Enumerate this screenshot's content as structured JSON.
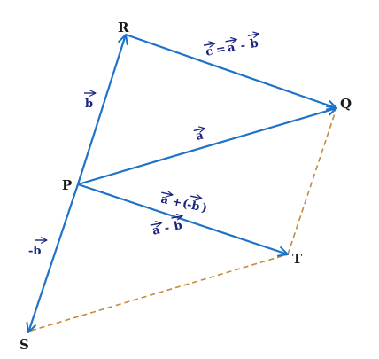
{
  "points": {
    "P": "P",
    "Q": "Q",
    "R": "R",
    "S": "S",
    "T": "T"
  },
  "vectors": {
    "c_expr": {
      "lhs": "c",
      "eq": "=",
      "a": "a",
      "minus": "-",
      "b": "b"
    },
    "b": "b",
    "a": "a",
    "neg_b": "-b",
    "a_plus_neg_b": {
      "a": "a",
      "plus": "+",
      "open": "(",
      "neg_b": "-b",
      "close": ")"
    },
    "a_minus_b": {
      "a": "a",
      "minus": "-",
      "b": "b"
    }
  },
  "colors": {
    "vector": "#1e73c8",
    "dashed": "#c58a3c",
    "label": "#1a237e"
  }
}
